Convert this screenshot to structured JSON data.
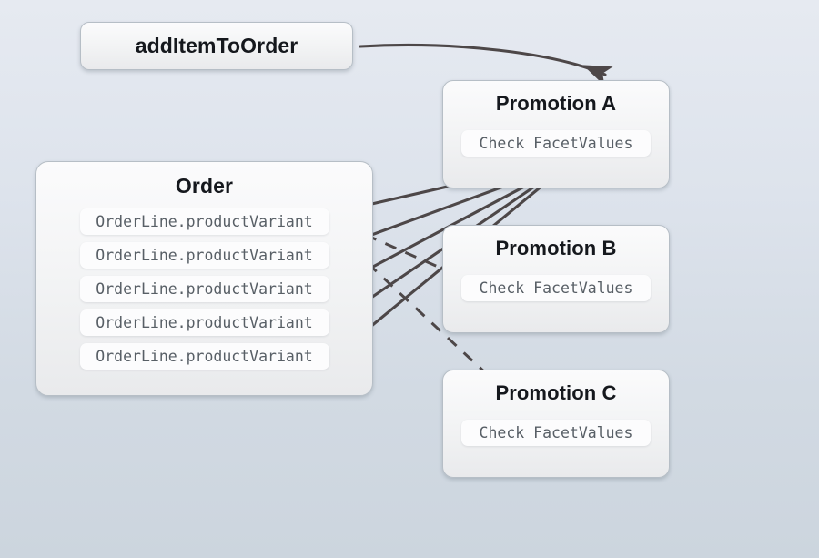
{
  "diagram": {
    "title": "addItemToOrder promotion facet check flow",
    "background_top": "#e6eaf1",
    "background_bottom": "#ccd5de",
    "edge_color": "#4d4748"
  },
  "entry": {
    "label": "addItemToOrder"
  },
  "order": {
    "title": "Order",
    "lines": [
      {
        "label": "OrderLine.productVariant"
      },
      {
        "label": "OrderLine.productVariant"
      },
      {
        "label": "OrderLine.productVariant"
      },
      {
        "label": "OrderLine.productVariant"
      },
      {
        "label": "OrderLine.productVariant"
      }
    ]
  },
  "promotions": [
    {
      "title": "Promotion A",
      "action": "Check FacetValues"
    },
    {
      "title": "Promotion B",
      "action": "Check FacetValues"
    },
    {
      "title": "Promotion C",
      "action": "Check FacetValues"
    }
  ]
}
